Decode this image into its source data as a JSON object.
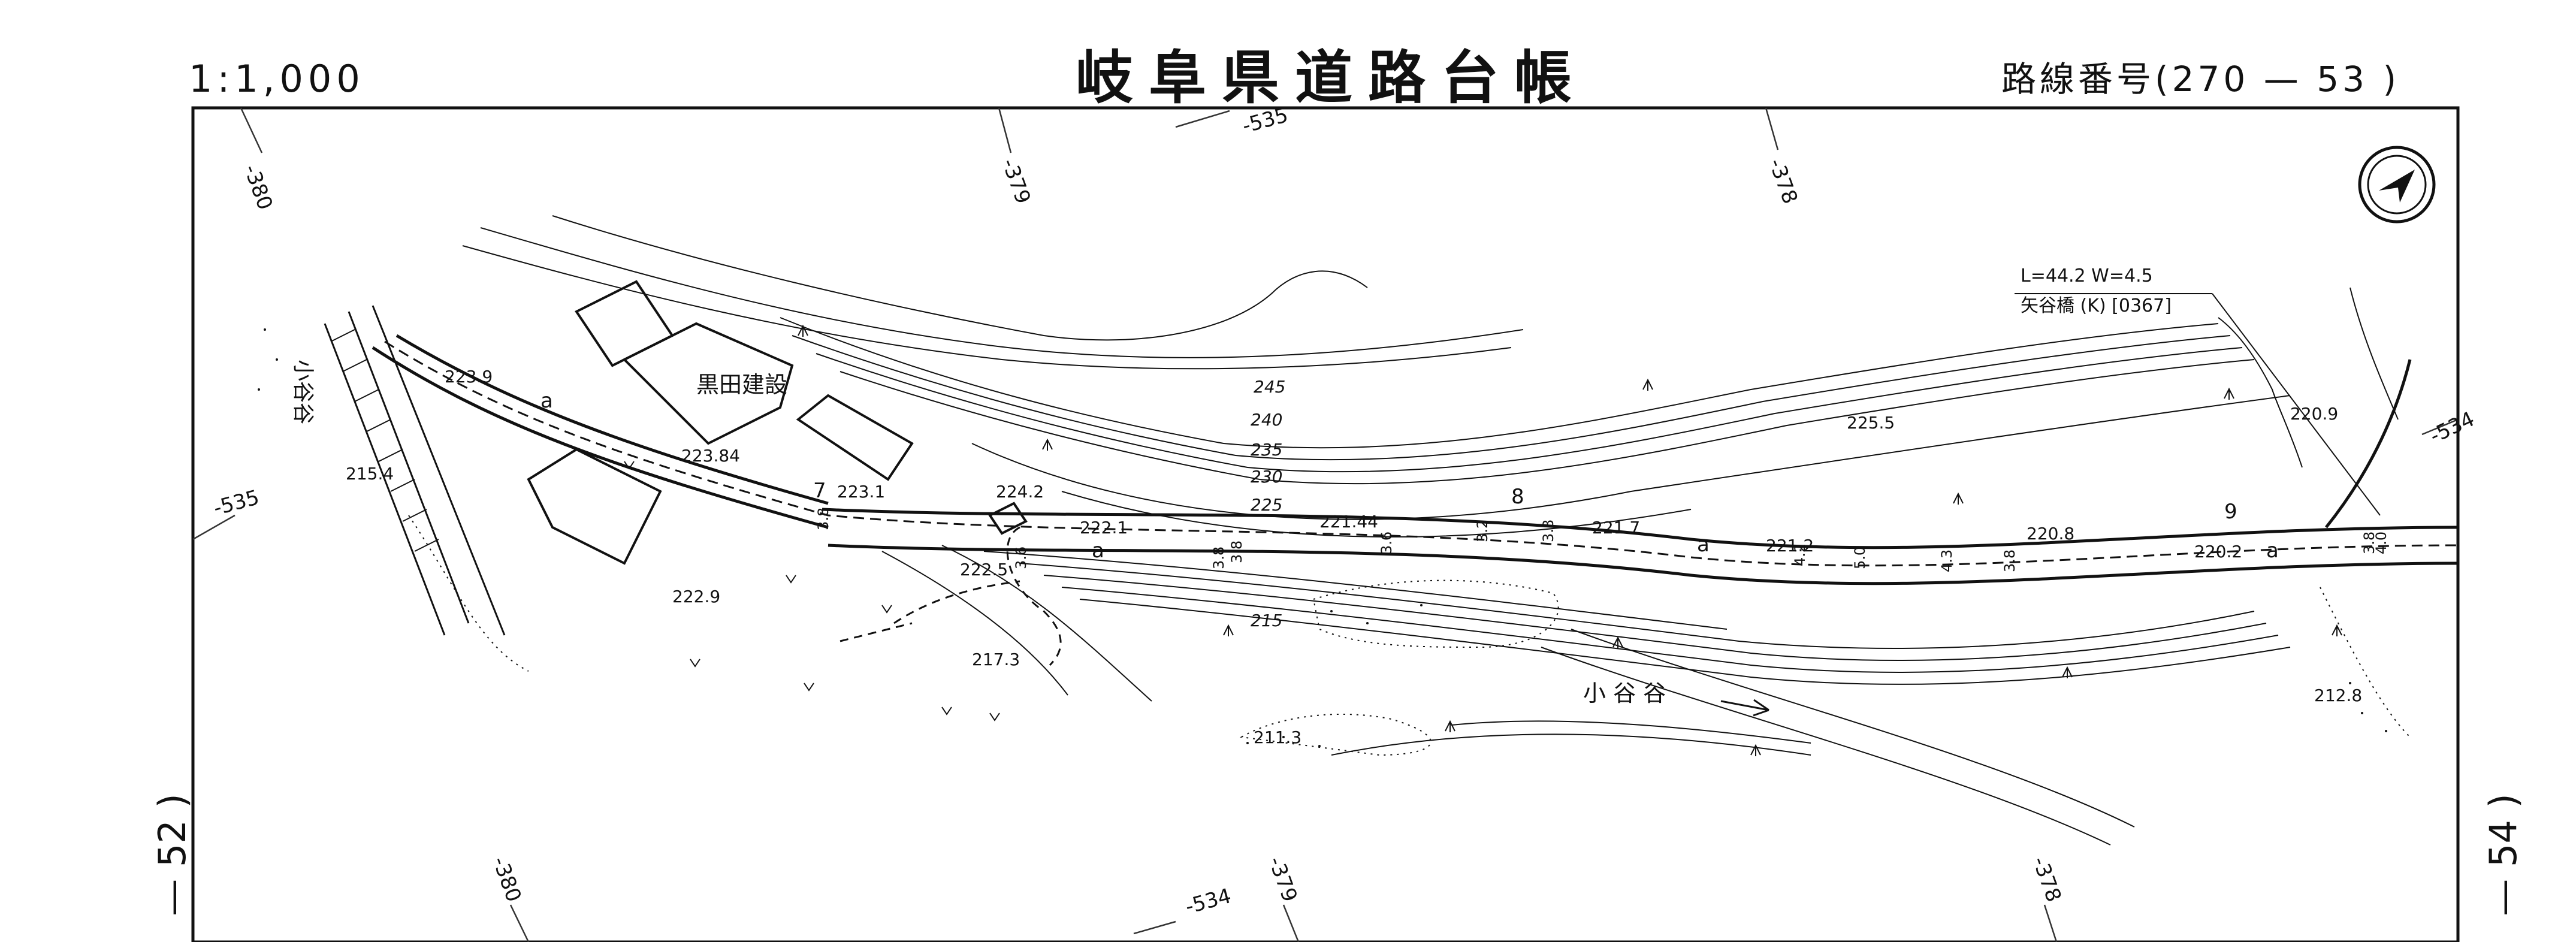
{
  "header": {
    "scale": "1:1,000",
    "title": "岐阜県道路台帳",
    "route_number": "路線番号(270 — 53 )"
  },
  "sheet_neighbors": {
    "left": "— 52 )",
    "right": "— 54 )"
  },
  "grid_labels": {
    "top": [
      "-380",
      "-379",
      "-535",
      "-378"
    ],
    "bottom": [
      "-380",
      "-379",
      "-534",
      "-378"
    ],
    "left": "-535",
    "right": "-534"
  },
  "bridge": {
    "dimensions": "L=44.2   W=4.5",
    "name": "矢谷橋 (K) [0367]"
  },
  "buildings": {
    "company": "黒田建設"
  },
  "river": {
    "name_upper": "小谷谷",
    "name_lower": "小 谷 谷"
  },
  "elevations": [
    "223.9",
    "215.4",
    "223.84",
    "223.1",
    "224.2",
    "222.1",
    "221.44",
    "221.7",
    "221.2",
    "220.8",
    "220.2",
    "225.5",
    "220.9",
    "222.5",
    "222.9",
    "217.3",
    "211.3",
    "212.8"
  ],
  "contours": [
    "245",
    "240",
    "235",
    "230",
    "225",
    "215"
  ],
  "road_widths": [
    "3.8",
    "3.6",
    "3.8",
    "3.8",
    "3.6",
    "3.2",
    "3.8",
    "4.2",
    "5.0",
    "4.3",
    "3.8",
    "3.8",
    "4.0"
  ],
  "markers": [
    "7",
    "8",
    "9",
    "a",
    "a",
    "a",
    "a"
  ],
  "symbols": {
    "north_arrow": "north-arrow-icon",
    "forest": "broadleaf-symbol",
    "grass": "grass-symbol"
  }
}
